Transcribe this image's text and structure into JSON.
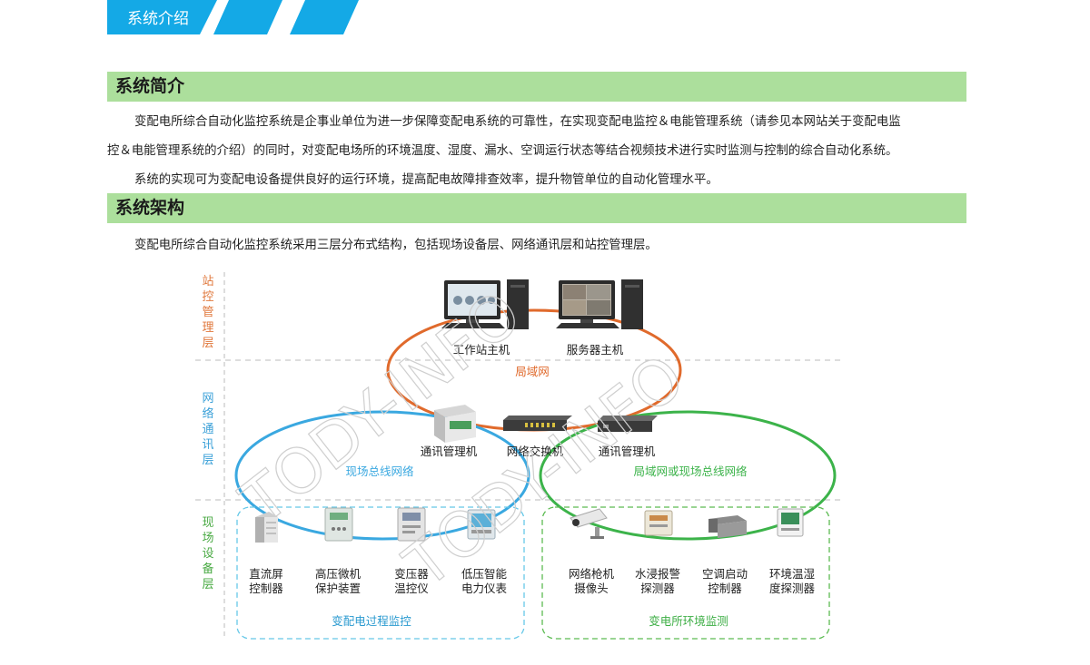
{
  "header": {
    "title": "系统介绍"
  },
  "sections": [
    {
      "heading": "系统简介",
      "paragraphs": [
        "变配电所综合自动化监控系统是企事业单位为进一步保障变配电系统的可靠性，在实现变配电监控＆电能管理系统（请参见本网站关于变配电监",
        "控＆电能管理系统的介绍）的同时，对变配电场所的环境温度、湿度、漏水、空调运行状态等结合视频技术进行实时监测与控制的综合自动化系统。",
        "系统的实现可为变配电设备提供良好的运行环境，提高配电故障排查效率，提升物管单位的自动化管理水平。"
      ]
    },
    {
      "heading": "系统架构",
      "paragraphs": [
        "变配电所综合自动化监控系统采用三层分布式结构，包括现场设备层、网络通讯层和站控管理层。"
      ]
    }
  ],
  "diagram": {
    "layers": [
      {
        "name": "站控管理层",
        "color": "#e0783c"
      },
      {
        "name": "网络通讯层",
        "color": "#3aa0d8"
      },
      {
        "name": "现场设备层",
        "color": "#4aaa44"
      }
    ],
    "networks": {
      "lan": {
        "label": "局域网",
        "color": "#e06a2c"
      },
      "fieldbus": {
        "label": "现场总线网络",
        "color": "#3aa8e0"
      },
      "lan_or_fieldbus": {
        "label": "局域网或现场总线网络",
        "color": "#3cb34a"
      }
    },
    "station": [
      {
        "label": "工作站主机"
      },
      {
        "label": "服务器主机"
      }
    ],
    "comm": [
      {
        "label": "通讯管理机"
      },
      {
        "label": "网络交换机"
      },
      {
        "label": "通讯管理机"
      }
    ],
    "field_left": {
      "group_label": "变配电过程监控",
      "devices": [
        {
          "line1": "直流屏",
          "line2": "控制器"
        },
        {
          "line1": "高压微机",
          "line2": "保护装置"
        },
        {
          "line1": "变压器",
          "line2": "温控仪"
        },
        {
          "line1": "低压智能",
          "line2": "电力仪表"
        }
      ]
    },
    "field_right": {
      "group_label": "变电所环境监测",
      "devices": [
        {
          "line1": "网络枪机",
          "line2": "摄像头"
        },
        {
          "line1": "水浸报警",
          "line2": "探测器"
        },
        {
          "line1": "空调启动",
          "line2": "控制器"
        },
        {
          "line1": "环境温湿",
          "line2": "度探测器"
        }
      ]
    },
    "watermark": [
      "TODY-INFO",
      "TODY-INFO"
    ]
  }
}
